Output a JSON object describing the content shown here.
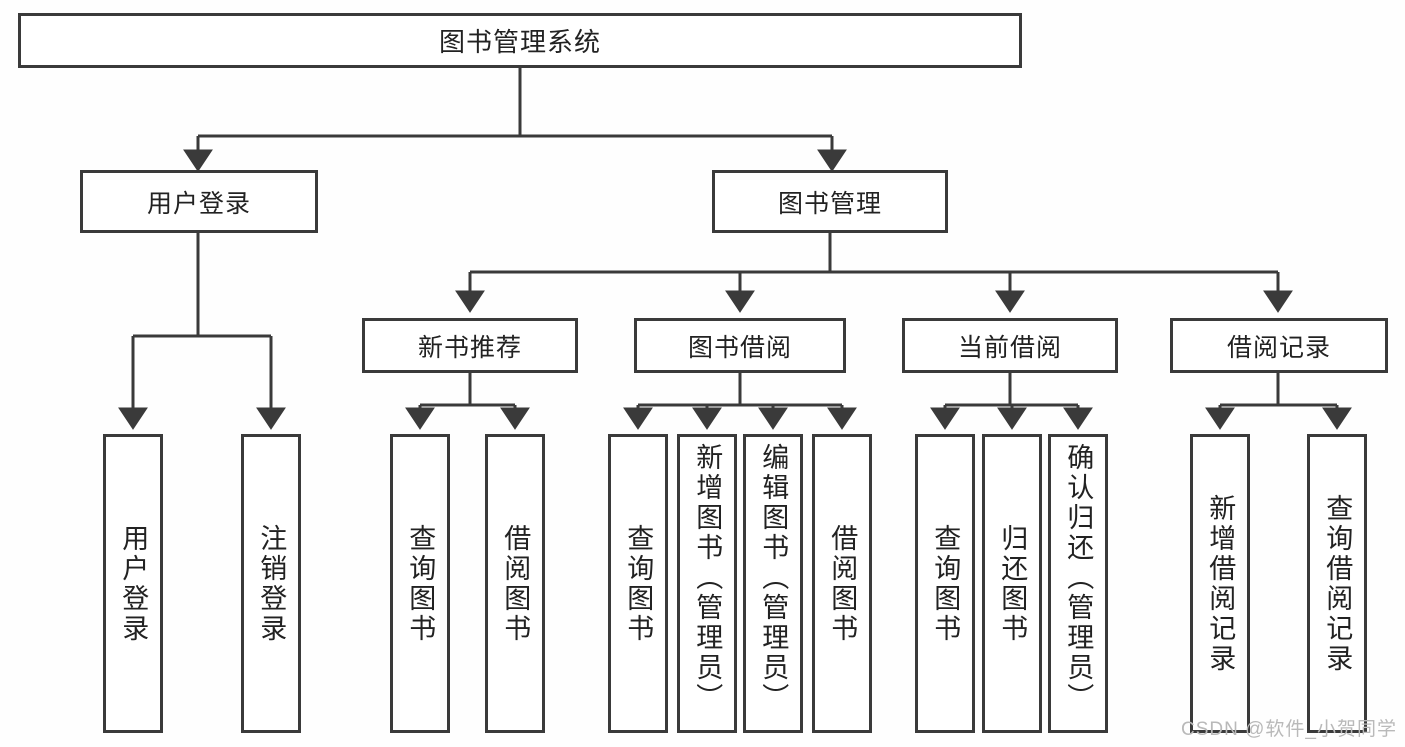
{
  "diagram": {
    "title": "图书管理系统",
    "type": "tree",
    "colors": {
      "box_border": "#3a3a3a",
      "box_fill": "#ffffff",
      "text": "#222222",
      "edge": "#3a3a3a",
      "background": "#fefefe",
      "watermark": "#b9b9b9"
    },
    "levels": {
      "root": {
        "label": "图书管理系统"
      },
      "level2": [
        {
          "id": "user-login",
          "label": "用户登录"
        },
        {
          "id": "book-manage",
          "label": "图书管理"
        }
      ],
      "level3": [
        {
          "id": "new-book-recommend",
          "label": "新书推荐"
        },
        {
          "id": "book-borrow",
          "label": "图书借阅"
        },
        {
          "id": "current-borrow",
          "label": "当前借阅"
        },
        {
          "id": "borrow-record",
          "label": "借阅记录"
        }
      ],
      "leaves": {
        "user-login": [
          {
            "id": "leaf-user-login",
            "label": "用户登录"
          },
          {
            "id": "leaf-logout",
            "label": "注销登录"
          }
        ],
        "new-book-recommend": [
          {
            "id": "leaf-query-book-1",
            "label": "查询图书"
          },
          {
            "id": "leaf-borrow-book-1",
            "label": "借阅图书"
          }
        ],
        "book-borrow": [
          {
            "id": "leaf-query-book-2",
            "label": "查询图书"
          },
          {
            "id": "leaf-add-book",
            "label": "新增图书（管理员）"
          },
          {
            "id": "leaf-edit-book",
            "label": "编辑图书（管理员）"
          },
          {
            "id": "leaf-borrow-book-2",
            "label": "借阅图书"
          }
        ],
        "current-borrow": [
          {
            "id": "leaf-query-book-3",
            "label": "查询图书"
          },
          {
            "id": "leaf-return-book",
            "label": "归还图书"
          },
          {
            "id": "leaf-confirm-return",
            "label": "确认归还（管理员）"
          }
        ],
        "borrow-record": [
          {
            "id": "leaf-add-record",
            "label": "新增借阅记录"
          },
          {
            "id": "leaf-query-record",
            "label": "查询借阅记录"
          }
        ]
      }
    }
  },
  "watermark": {
    "text": "CSDN @软件_小贺同学"
  }
}
